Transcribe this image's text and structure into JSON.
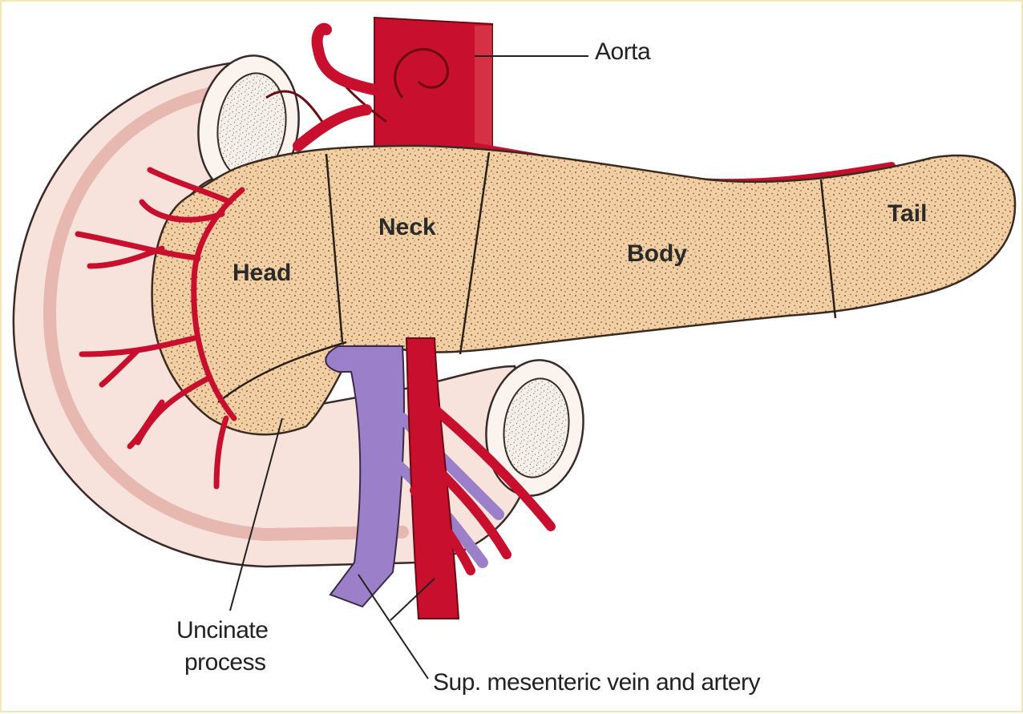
{
  "labels": {
    "aorta": "Aorta",
    "head": "Head",
    "neck": "Neck",
    "body": "Body",
    "tail": "Tail",
    "uncinate_line1": "Uncinate",
    "uncinate_line2": "process",
    "sup_mesenteric": "Sup. mesenteric vein and artery"
  },
  "colors": {
    "artery": "#c8102e",
    "vein": "#9b7fc8",
    "pancreas": "#f2cfa3",
    "duodenum": "#f7e2dc",
    "frame": "#f3e7b6"
  }
}
